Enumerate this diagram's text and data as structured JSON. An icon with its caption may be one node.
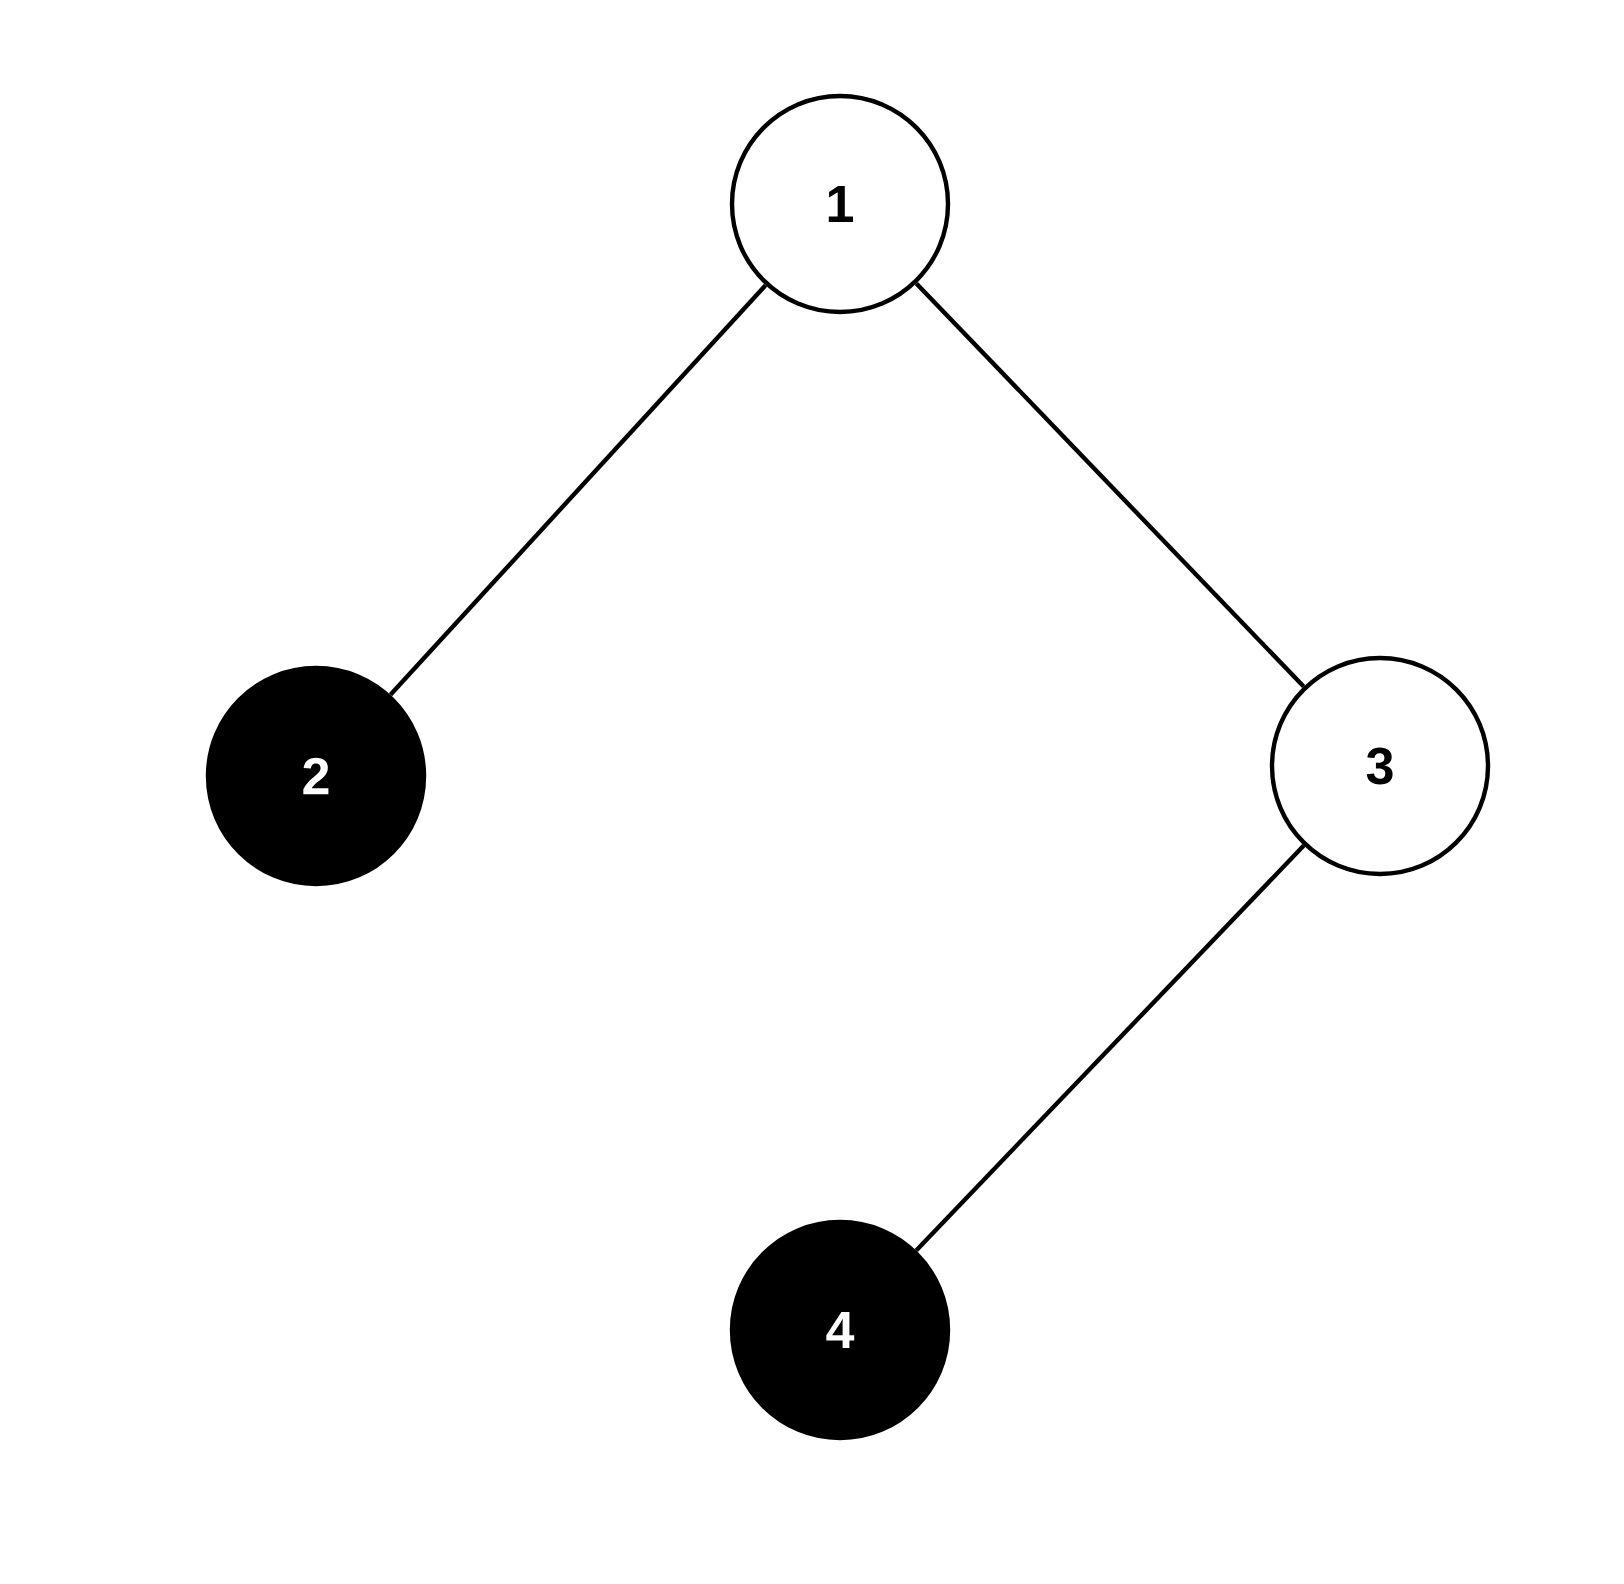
{
  "diagram": {
    "nodes": [
      {
        "text": [
          "1"
        ]
      },
      {
        "text": [
          "2"
        ]
      },
      {
        "text": [
          "3"
        ]
      },
      {
        "text": [
          "4"
        ]
      }
    ],
    "edges": [
      {
        "from": 0,
        "to": 1,
        "arrow": "none"
      },
      {
        "from": 0,
        "to": 2,
        "arrow": "none"
      },
      {
        "from": 2,
        "to": 3,
        "arrow": "none"
      }
    ]
  }
}
